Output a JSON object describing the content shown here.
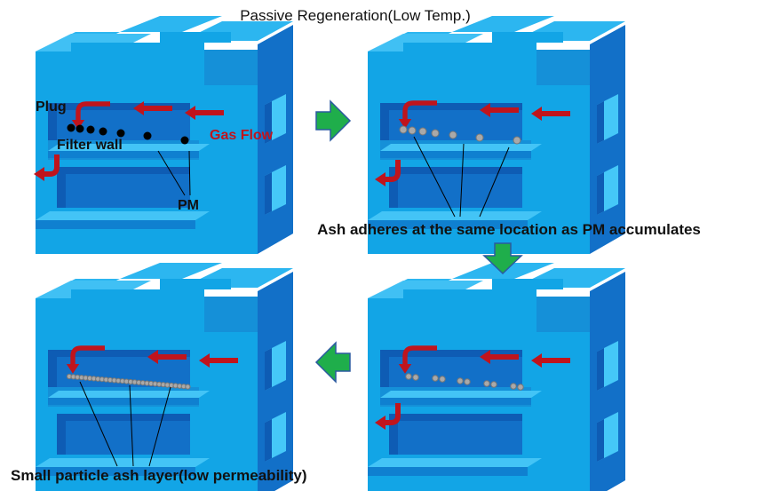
{
  "title": "Passive Regeneration(Low Temp.)",
  "labels": {
    "plug": "Plug",
    "filter_wall": "Filter wall",
    "gas_flow": "Gas Flow",
    "pm": "PM"
  },
  "captions": {
    "ash_adheres": "Ash adheres at the same location as PM accumulates",
    "ash_layer": "Small particle ash layer(low permeability)"
  },
  "colors": {
    "block_light": "#12a5e6",
    "block_top": "#2cb6f0",
    "block_side": "#1270c8",
    "inner_dark": "#0e5cb4",
    "gas_arrow": "#c0141c",
    "step_arrow": "#1fae4b",
    "step_arrow_border": "#2b5aa0",
    "pm_dot": "#000000",
    "ash_dot": "#a9a9a9"
  },
  "panels": [
    {
      "name": "panel-1-pm-accumulation",
      "particles": "pm"
    },
    {
      "name": "panel-2-ash-adheres",
      "particles": "ash-sparse"
    },
    {
      "name": "panel-3-ash-growing",
      "particles": "ash-clusters"
    },
    {
      "name": "panel-4-ash-layer",
      "particles": "ash-layer"
    }
  ],
  "step_arrows": [
    {
      "direction": "right",
      "name": "step-arrow-right"
    },
    {
      "direction": "down",
      "name": "step-arrow-down"
    },
    {
      "direction": "left",
      "name": "step-arrow-left"
    }
  ]
}
